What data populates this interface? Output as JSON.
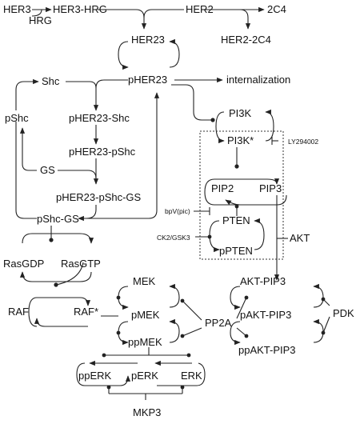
{
  "nodes": {
    "her3": "HER3",
    "hrg": "HRG",
    "her3_hrg": "HER3-HRG",
    "her2": "HER2",
    "c2c4": "2C4",
    "her23": "HER23",
    "her2_2c4": "HER2-2C4",
    "pher23": "pHER23",
    "internalization": "internalization",
    "shc": "Shc",
    "pshc": "pShc",
    "pher23_shc": "pHER23-Shc",
    "pher23_pshc": "pHER23-pShc",
    "gs": "GS",
    "pher23_pshc_gs": "pHER23-pShc-GS",
    "pshc_gs": "pShc-GS",
    "pi3k": "PI3K",
    "pi3k_star": "PI3K*",
    "ly294002": "LY294002",
    "pip2": "PIP2",
    "pip3": "PIP3",
    "bpv": "bpV(pic)",
    "pten": "PTEN",
    "ck2": "CK2/GSK3",
    "ppten": "pPTEN",
    "akt": "AKT",
    "rasgdp": "RasGDP",
    "rasgtp": "RasGTP",
    "raf": "RAF",
    "raf_star": "RAF*",
    "mek": "MEK",
    "pmek": "pMEK",
    "ppmek": "ppMEK",
    "pp2a": "PP2A",
    "akt_pip3": "AKT-PIP3",
    "pakt_pip3": "pAKT-PIP3",
    "ppakt_pip3": "ppAKT-PIP3",
    "pdk": "PDK",
    "pperk": "ppERK",
    "perk": "pERK",
    "erk": "ERK",
    "mkp3": "MKP3"
  }
}
